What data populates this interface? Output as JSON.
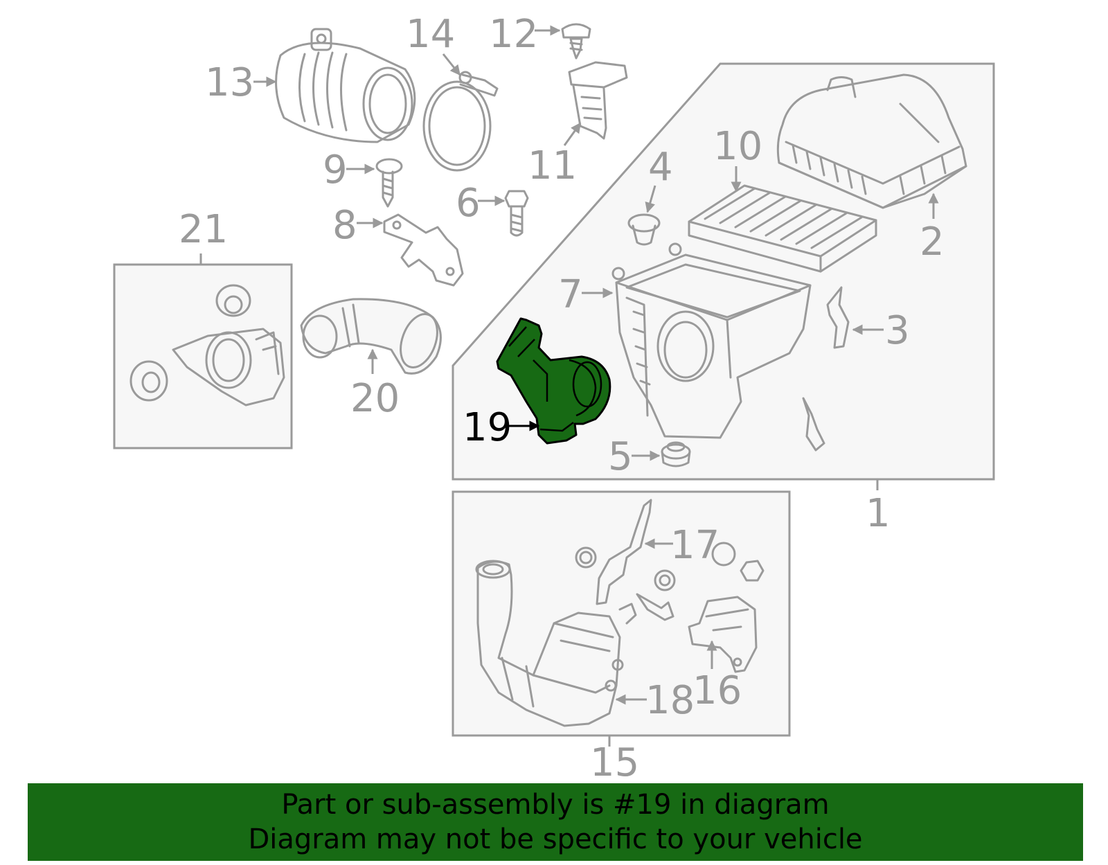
{
  "diagram": {
    "highlight_color": "#176a14",
    "line_color": "#9a9a9a",
    "callouts": {
      "c1": "1",
      "c2": "2",
      "c3": "3",
      "c4": "4",
      "c5": "5",
      "c6": "6",
      "c7": "7",
      "c8": "8",
      "c9": "9",
      "c10": "10",
      "c11": "11",
      "c12": "12",
      "c13": "13",
      "c14": "14",
      "c15": "15",
      "c16": "16",
      "c17": "17",
      "c18": "18",
      "c19": "19",
      "c20": "20",
      "c21": "21"
    },
    "highlighted_part": "19"
  },
  "banner": {
    "line1": "Part or sub-assembly is #19 in diagram",
    "line2": "Diagram may not be specific to your vehicle",
    "background": "#176a14"
  }
}
